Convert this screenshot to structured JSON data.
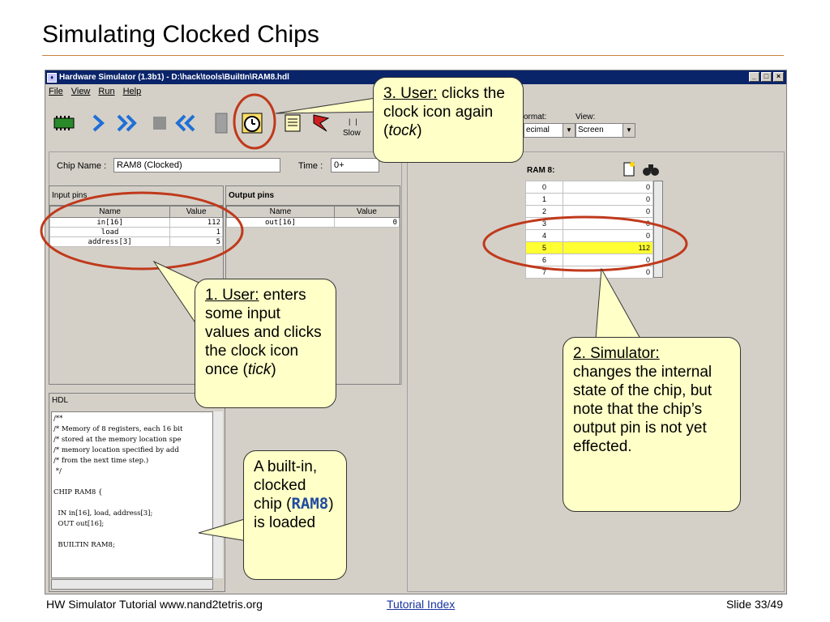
{
  "slide": {
    "title": "Simulating Clocked Chips",
    "footer_left": "HW Simulator Tutorial  www.nand2tetris.org",
    "footer_link": "Tutorial Index",
    "footer_right": "Slide 33/49"
  },
  "window": {
    "title": "Hardware Simulator (1.3b1) - D:\\hack\\tools\\BuiltIn\\RAM8.hdl",
    "menus": [
      "File",
      "View",
      "Run",
      "Help"
    ],
    "speed_label": "Slow",
    "format_label": "ormat:",
    "format_value": "ecimal",
    "view_label": "View:",
    "view_value": "Screen"
  },
  "chip": {
    "name_label": "Chip Name :",
    "name_value": "RAM8 (Clocked)",
    "time_label": "Time :",
    "time_value": "0+"
  },
  "input_pins": {
    "title": "Input pins",
    "headers": [
      "Name",
      "Value"
    ],
    "rows": [
      {
        "name": "in[16]",
        "value": "112"
      },
      {
        "name": "load",
        "value": "1"
      },
      {
        "name": "address[3]",
        "value": "5"
      }
    ]
  },
  "output_pins": {
    "title": "Output pins",
    "headers": [
      "Name",
      "Value"
    ],
    "rows": [
      {
        "name": "out[16]",
        "value": "0"
      }
    ]
  },
  "hdl": {
    "title": "HDL",
    "code": "/**\n/* Memory of 8 registers, each 16 bit\n/* stored at the memory location spe\n/* memory location specified by add\n/* from the next time step.)\n */\n\nCHIP RAM8 {\n\n  IN in[16], load, address[3];\n  OUT out[16];\n\n  BUILTIN RAM8;"
  },
  "ram": {
    "title": "RAM 8:",
    "rows": [
      {
        "addr": "0",
        "value": "0"
      },
      {
        "addr": "1",
        "value": "0"
      },
      {
        "addr": "2",
        "value": "0"
      },
      {
        "addr": "3",
        "value": "0"
      },
      {
        "addr": "4",
        "value": "0"
      },
      {
        "addr": "5",
        "value": "112"
      },
      {
        "addr": "6",
        "value": "0"
      },
      {
        "addr": "7",
        "value": "0"
      }
    ],
    "highlight_addr": "5",
    "highlight_color": "#ffff33"
  },
  "callouts": {
    "c1_head": "1. User:",
    "c1_text": " enters some input values and clicks the clock icon once (",
    "c1_em": "tick",
    "c1_tail": ")",
    "c2_head": "2. Simulator:",
    "c2_text": "changes the internal state of the chip, but note that the chip’s output pin is not yet effected.",
    "c3_head": "3. User:",
    "c3_text": " clicks the clock icon again (",
    "c3_em": "tock",
    "c3_tail": ")",
    "c4_text1": "A built-in, clocked chip (",
    "c4_code": "RAM8",
    "c4_text2": ") is loaded"
  },
  "colors": {
    "ellipse": "#c0391b",
    "title_rule": "#c8823c",
    "window_title_bg": "#0a246a"
  }
}
